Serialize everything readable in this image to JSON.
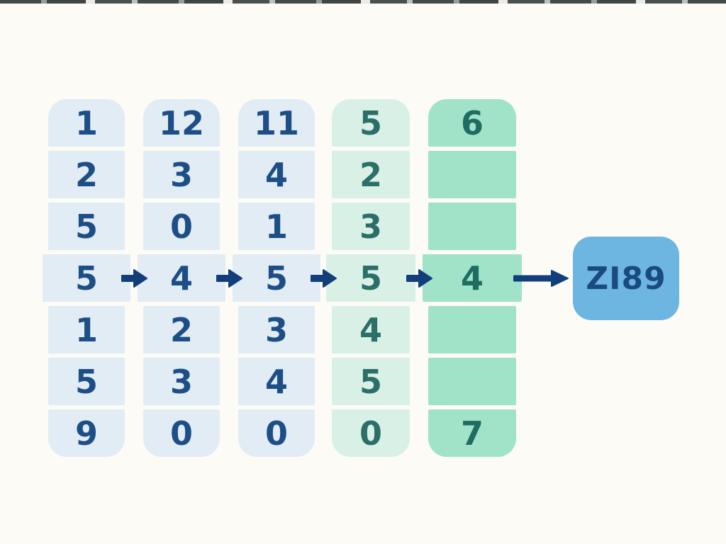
{
  "page": {
    "background_color": "#fcfbf6",
    "top_artifact_strip_color": "#353b3d"
  },
  "diagram": {
    "type": "digit-column-flow",
    "highlighted_row_index": 3,
    "columns": [
      {
        "name": "column-1",
        "bg": "#e1ecf5",
        "text_color": "#1d4e86",
        "values": [
          "1",
          "2",
          "5",
          "5",
          "1",
          "5",
          "9"
        ]
      },
      {
        "name": "column-2",
        "bg": "#e1ecf5",
        "text_color": "#1d4e86",
        "values": [
          "12",
          "3",
          "0",
          "4",
          "2",
          "3",
          "0"
        ]
      },
      {
        "name": "column-3",
        "bg": "#e1ecf5",
        "text_color": "#1d4e86",
        "values": [
          "11",
          "4",
          "1",
          "5",
          "3",
          "4",
          "0"
        ]
      },
      {
        "name": "column-4",
        "bg": "#d9f0e7",
        "text_color": "#2b6f68",
        "values": [
          "5",
          "2",
          "3",
          "5",
          "4",
          "5",
          "0"
        ]
      },
      {
        "name": "column-5",
        "bg": "#a0e3c9",
        "text_color": "#1f6c60",
        "values": [
          "6",
          "",
          "",
          "4",
          "",
          "",
          "7"
        ]
      }
    ],
    "arrows": {
      "color": "#123f7a",
      "count_between_columns": 4,
      "long_arrow_to_output": true
    },
    "output": {
      "label": "ZI89",
      "bg": "#6db6e1",
      "text_color": "#1b4a80"
    }
  }
}
